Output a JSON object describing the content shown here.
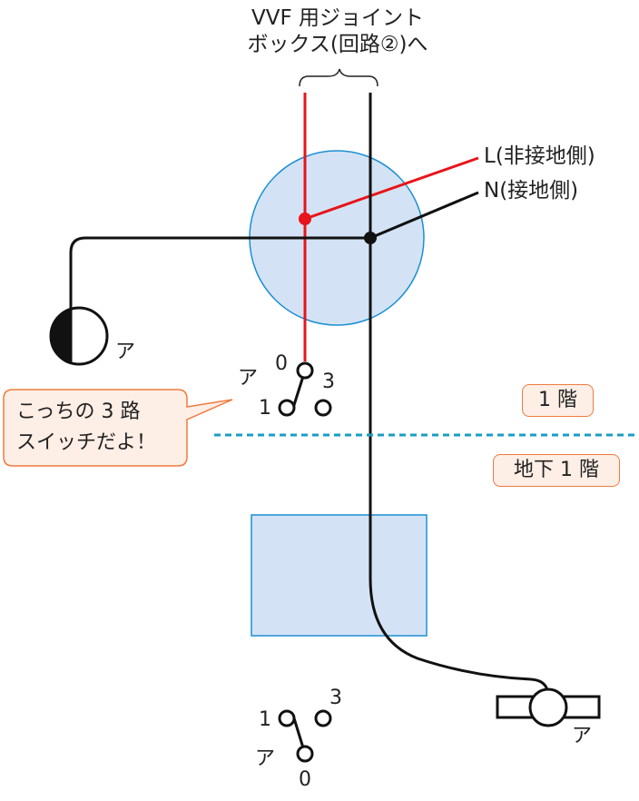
{
  "title": {
    "line1": "VVF 用ジョイント",
    "line2": "ボックス(回路②)へ"
  },
  "wire_labels": {
    "live": "L(非接地側)",
    "neutral": "N(接地側)"
  },
  "fixtures": {
    "wall_light_label": "ア",
    "ceiling_light_label": "ア",
    "switch_1f_label": "ア",
    "switch_b1_label": "ア"
  },
  "switch_1f_terminals": {
    "t0": "0",
    "t1": "1",
    "t3": "3"
  },
  "switch_b1_terminals": {
    "t0": "0",
    "t1": "1",
    "t3": "3"
  },
  "floors": {
    "upper": "1 階",
    "lower": "地下 1 階"
  },
  "callout": {
    "line1": "こっちの 3 路",
    "line2": "スイッチだよ！"
  },
  "colors": {
    "live_wire": "#e8141b",
    "neutral_wire": "#111111",
    "box_fill": "#d3e3f5",
    "box_stroke": "#1b8fd3",
    "floor_line": "#1a9dc4",
    "callout_border": "#f07b3f",
    "callout_fill": "#fdeee6"
  }
}
